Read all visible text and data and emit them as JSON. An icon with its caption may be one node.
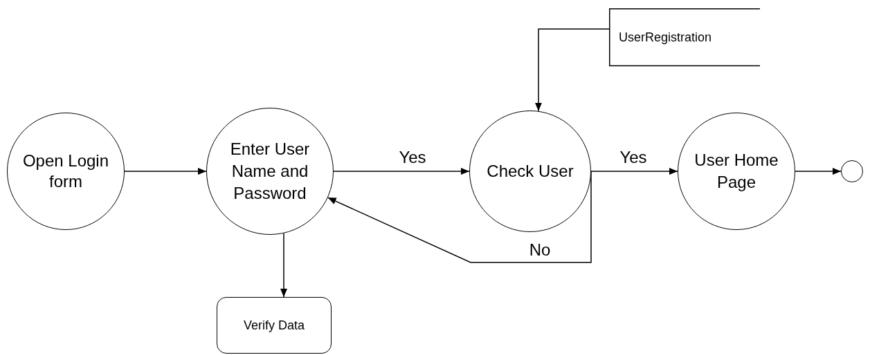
{
  "diagram": {
    "nodes": [
      {
        "text": [
          "Open Login form"
        ]
      },
      {
        "text": [
          "Enter User Name and Password"
        ]
      },
      {
        "text": [
          "UserRegistration"
        ]
      },
      {
        "text": [
          "Check User"
        ]
      },
      {
        "text": [
          "User Home Page"
        ]
      },
      {
        "text": [],
        "shape": "circle"
      },
      {
        "text": [
          "Verify Data"
        ]
      }
    ],
    "edges": [
      {
        "from": 0,
        "to": 1,
        "arrow": "to"
      },
      {
        "from": 1,
        "to": 3,
        "arrow": "to",
        "label": "Yes"
      },
      {
        "from": 3,
        "to": 4,
        "arrow": "to",
        "label": "Yes"
      },
      {
        "from": 4,
        "to": 5,
        "arrow": "to"
      },
      {
        "from": 3,
        "to": 1,
        "arrow": "to",
        "label": "No"
      },
      {
        "from": 2,
        "to": 3,
        "arrow": "to"
      },
      {
        "from": 1,
        "to": 6,
        "arrow": "to"
      }
    ]
  }
}
